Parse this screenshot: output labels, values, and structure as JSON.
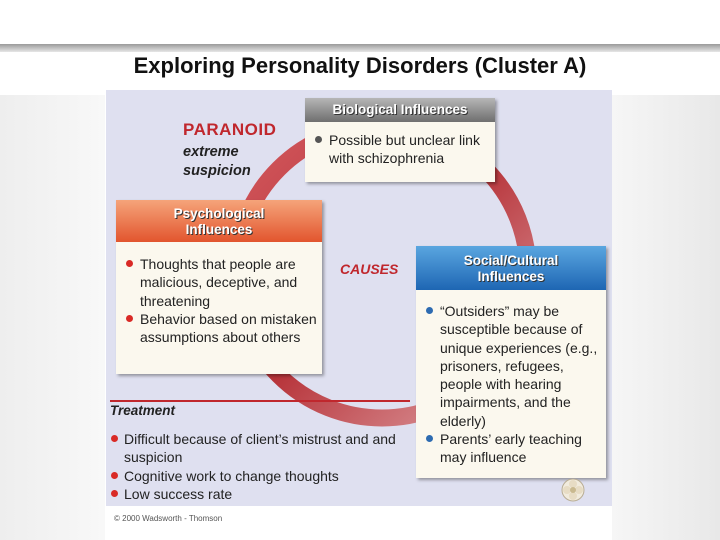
{
  "slide": {
    "title": "Exploring Personality Disorders (Cluster A)"
  },
  "figure": {
    "disorder_name": "PARANOID",
    "disorder_desc_line1": "extreme",
    "disorder_desc_line2": "suspicion",
    "center_label": "CAUSES",
    "biological": {
      "heading": "Biological Influences",
      "items": [
        "Possible but unclear link with schizophrenia"
      ]
    },
    "psychological": {
      "heading_line1": "Psychological",
      "heading_line2": "Influences",
      "items": [
        "Thoughts that people are malicious, deceptive, and threatening",
        "Behavior based on mistaken assumptions about others"
      ]
    },
    "social": {
      "heading_line1": "Social/Cultural",
      "heading_line2": "Influences",
      "items": [
        "“Outsiders” may be susceptible because of unique experiences (e.g., prisoners, refugees, people with hearing impairments, and the elderly)",
        "Parents’ early teaching may influence"
      ]
    },
    "treatment": {
      "heading": "Treatment",
      "items": [
        "Difficult because of client’s mistrust and and suspicion",
        "Cognitive work to change thoughts",
        "Low success rate"
      ]
    },
    "copyright": "© 2000 Wadsworth - Thomson"
  },
  "colors": {
    "ring": "#b7343a",
    "accent_red": "#c0272d",
    "psych_header": "#e2552e",
    "social_header": "#1e66b3",
    "bio_header": "#6f6f6f",
    "panel_bg": "#dfe0f0"
  }
}
